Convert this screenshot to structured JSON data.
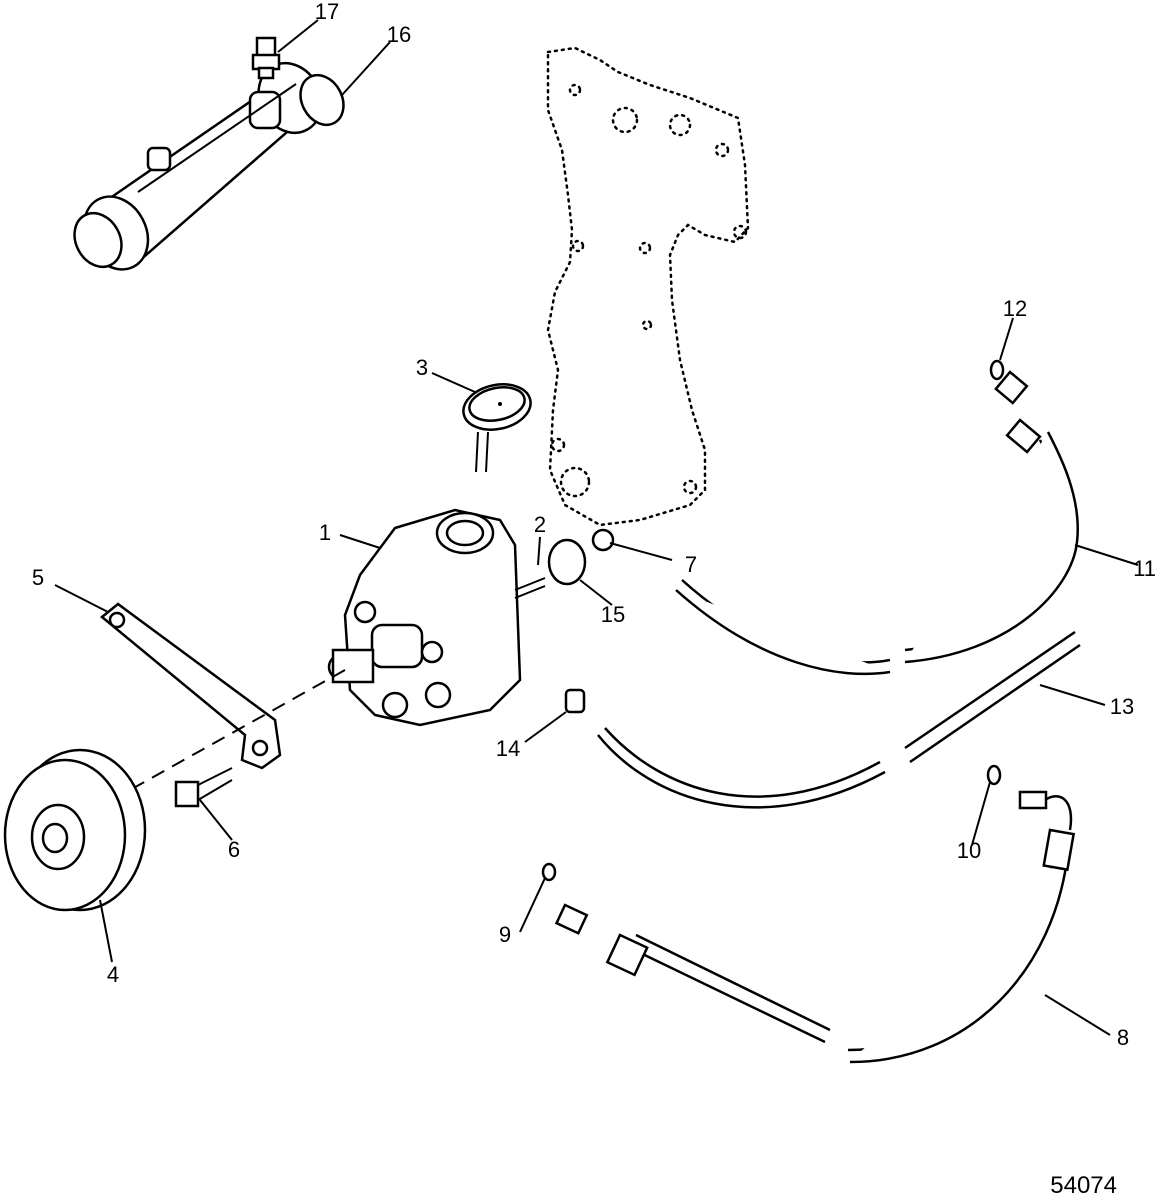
{
  "callouts": {
    "c1": "1",
    "c2": "2",
    "c3": "3",
    "c4": "4",
    "c5": "5",
    "c6": "6",
    "c7": "7",
    "c8": "8",
    "c9": "9",
    "c10": "10",
    "c11": "11",
    "c12": "12",
    "c13": "13",
    "c14": "14",
    "c15": "15",
    "c16": "16",
    "c17": "17"
  },
  "figure_number": "54074"
}
